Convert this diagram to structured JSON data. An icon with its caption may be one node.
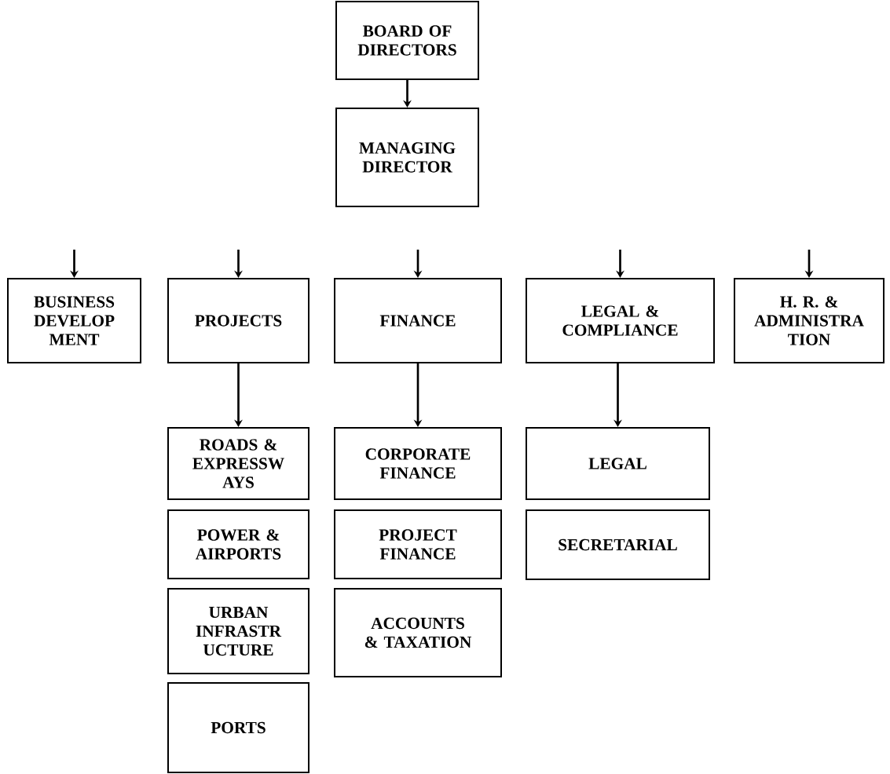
{
  "diagram": {
    "nodes": [
      {
        "text": [
          "BOARD OF DIRECTORS"
        ]
      },
      {
        "text": [
          "MANAGING DIRECTOR"
        ]
      },
      {
        "text": [
          "BUSINESS DEVELOP MENT"
        ]
      },
      {
        "text": [
          "PROJECTS"
        ]
      },
      {
        "text": [
          "FINANCE"
        ]
      },
      {
        "text": [
          "LEGAL & COMPLIANCE"
        ]
      },
      {
        "text": [
          "H. R. & ADMINISTRA TION"
        ]
      },
      {
        "text": [
          "ROADS & EXPRESSW AYS"
        ]
      },
      {
        "text": [
          "CORPORATE FINANCE"
        ]
      },
      {
        "text": [
          "LEGAL"
        ]
      },
      {
        "text": [
          "POWER & AIRPORTS"
        ]
      },
      {
        "text": [
          "PROJECT FINANCE"
        ]
      },
      {
        "text": [
          "SECRETARIAL"
        ]
      },
      {
        "text": [
          "URBAN INFRASTR UCTURE"
        ]
      },
      {
        "text": [
          "ACCOUNTS & TAXATION"
        ]
      },
      {
        "text": [
          "PORTS"
        ]
      }
    ],
    "edges": [
      {
        "from": 0,
        "to": 1,
        "arrow": "to"
      },
      {
        "from": null,
        "to": 2,
        "arrow": "to"
      },
      {
        "from": null,
        "to": 3,
        "arrow": "to"
      },
      {
        "from": null,
        "to": 4,
        "arrow": "to"
      },
      {
        "from": null,
        "to": 5,
        "arrow": "to"
      },
      {
        "from": null,
        "to": 6,
        "arrow": "to"
      },
      {
        "from": 3,
        "to": 7,
        "arrow": "to"
      },
      {
        "from": 4,
        "to": 8,
        "arrow": "to"
      },
      {
        "from": 5,
        "to": 9,
        "arrow": "to"
      }
    ]
  }
}
